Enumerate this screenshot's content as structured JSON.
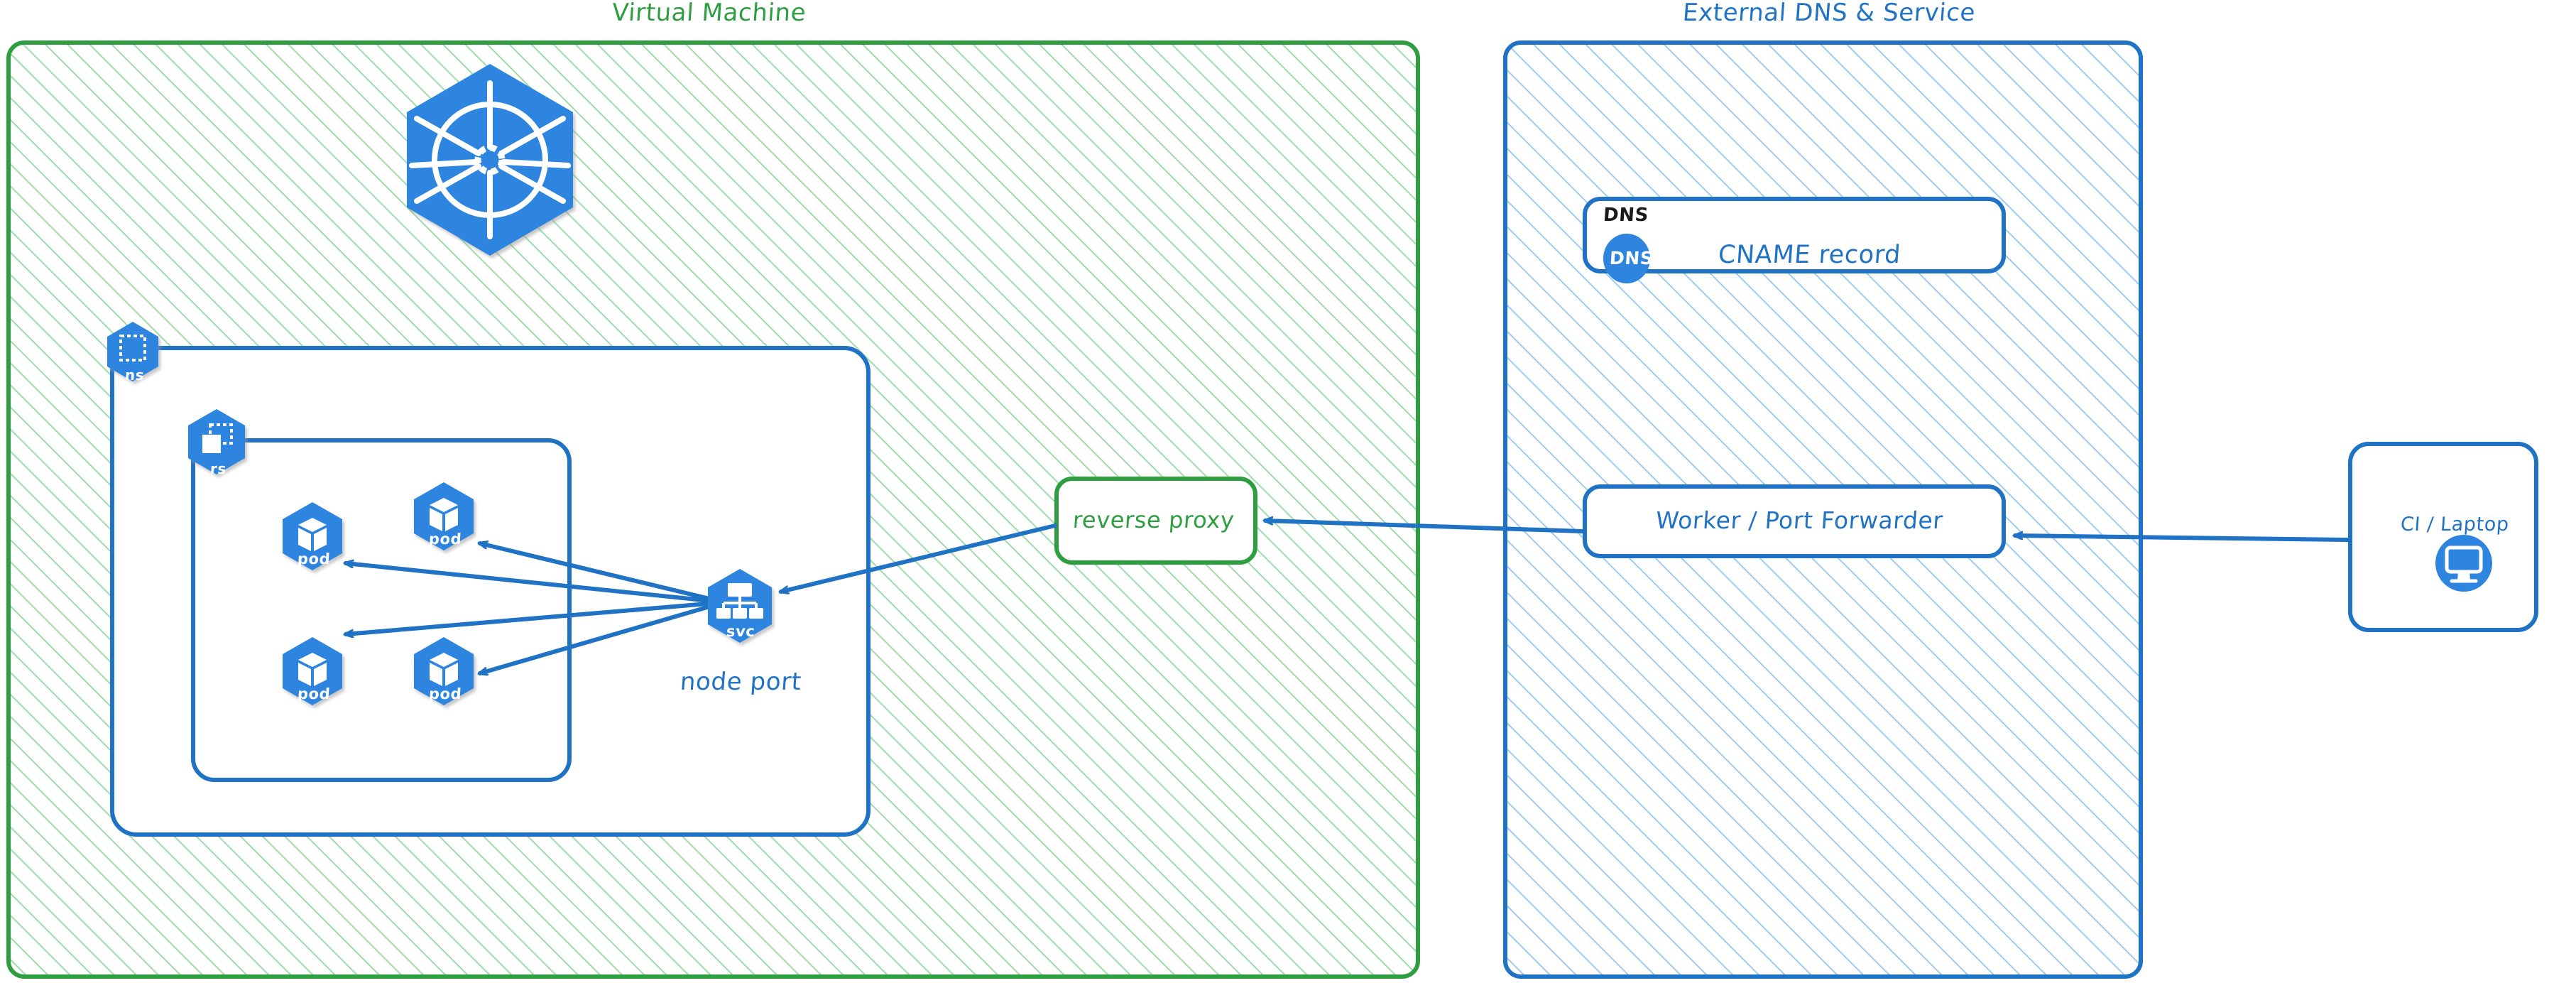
{
  "diagram": {
    "title_vm": "Virtual Machine",
    "title_ext": "External DNS & Service",
    "colors": {
      "green": "#2f9e41",
      "green_hatch": "#9fdcaa",
      "blue": "#1f72c4",
      "blue_hatch": "#9fcbf0",
      "k8s_blue": "#2e85e0",
      "arrow_blue": "#1f72c4",
      "black": "#1a1a1a",
      "white": "#ffffff"
    },
    "zones": [
      {
        "id": "vm",
        "label": "Virtual Machine",
        "style": "green-hatch"
      },
      {
        "id": "ext",
        "label": "External DNS & Service",
        "style": "blue-hatch"
      }
    ],
    "k8s": {
      "cluster_icon": "kubernetes-logo",
      "namespace_badge": "ns",
      "replicaset_badge": "rs",
      "service_badge": "svc",
      "service_caption": "node port",
      "pods": [
        {
          "label": "pod"
        },
        {
          "label": "pod"
        },
        {
          "label": "pod"
        },
        {
          "label": "pod"
        }
      ]
    },
    "nodes": {
      "reverse_proxy": {
        "label": "reverse proxy",
        "color": "#2f9e41"
      },
      "dns_card": {
        "title": "DNS",
        "icon_label": "DNS",
        "label": "CNAME record",
        "color": "#1f72c4"
      },
      "worker": {
        "label": "Worker / Port Forwarder",
        "color": "#1f72c4"
      },
      "client": {
        "label": "CI / Laptop",
        "icon": "desktop-monitor-icon",
        "color": "#1f72c4"
      }
    },
    "edges": [
      {
        "from": "client",
        "to": "worker"
      },
      {
        "from": "worker",
        "to": "reverse_proxy"
      },
      {
        "from": "reverse_proxy",
        "to": "service"
      },
      {
        "from": "service",
        "to": "pod-1"
      },
      {
        "from": "service",
        "to": "pod-2"
      },
      {
        "from": "service",
        "to": "pod-3"
      },
      {
        "from": "service",
        "to": "pod-4"
      }
    ]
  }
}
